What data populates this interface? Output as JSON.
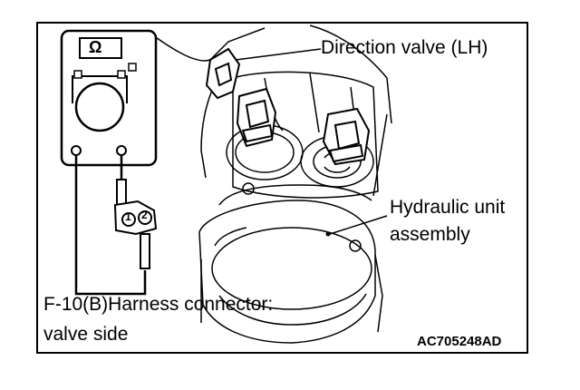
{
  "figure": {
    "labels": {
      "direction_valve": "Direction valve (LH)",
      "hydraulic_unit_line1": "Hydraulic unit",
      "hydraulic_unit_line2": "assembly",
      "harness_line1": "F-10(B)Harness connector:",
      "harness_line2": "valve side"
    },
    "figure_code": "AC705248AD",
    "meter": {
      "symbol": "Ω",
      "terminals": [
        "1",
        "2"
      ]
    }
  }
}
